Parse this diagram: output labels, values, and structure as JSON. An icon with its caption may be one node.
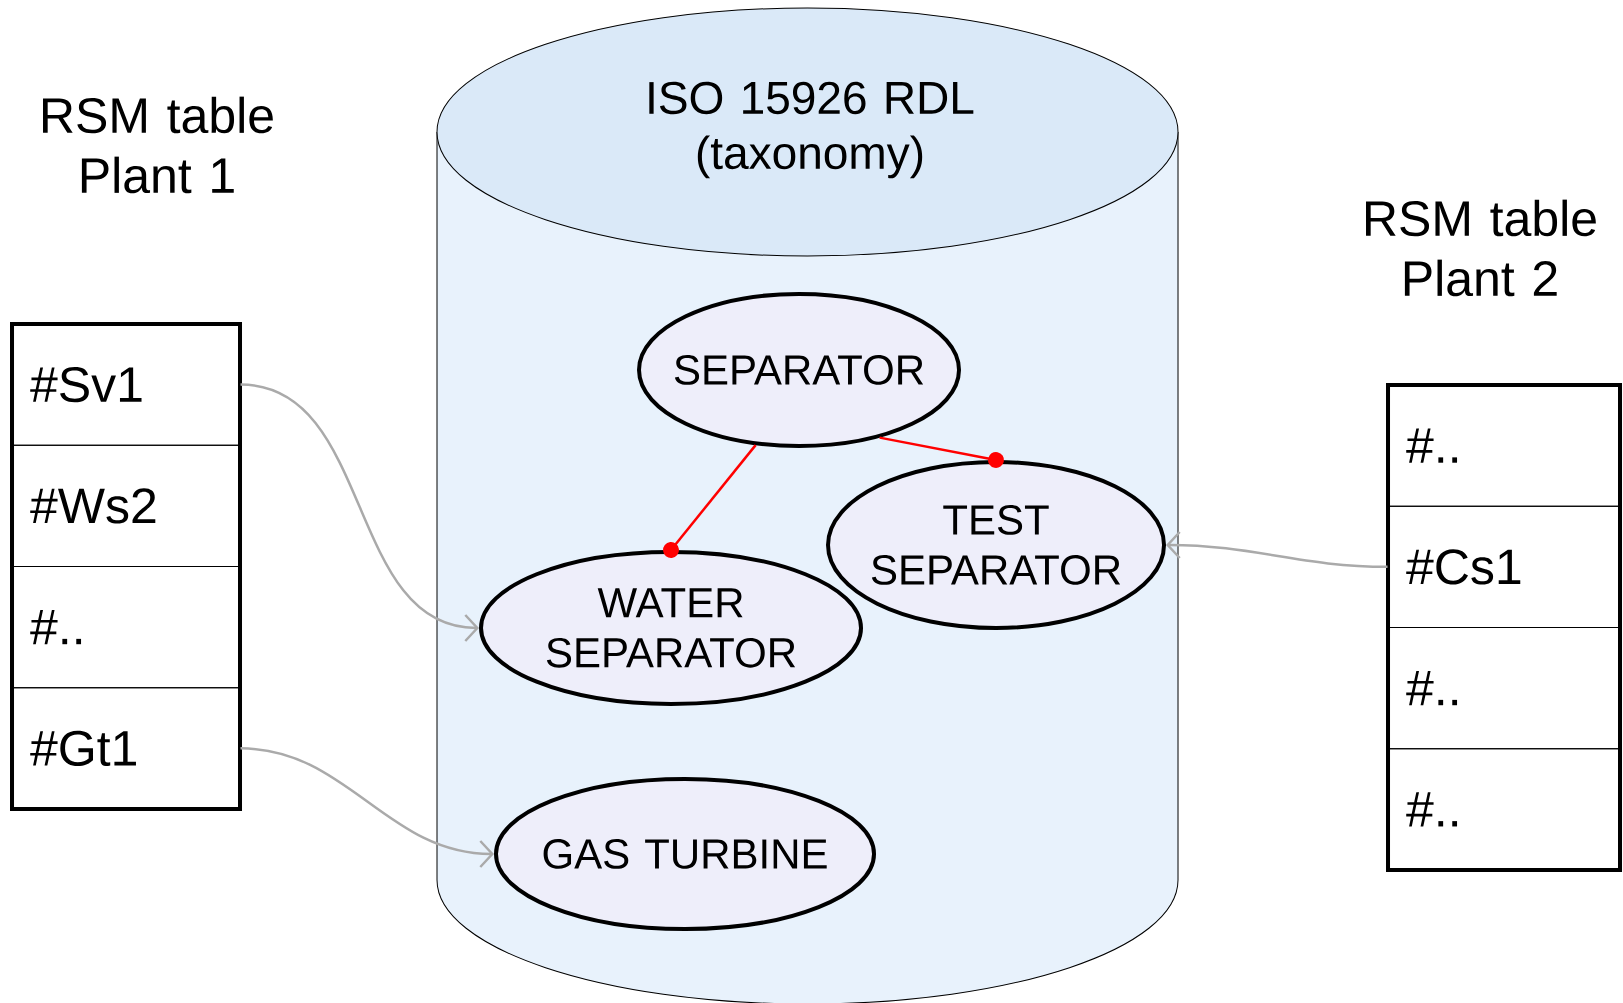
{
  "diagram": {
    "nodes": [
      {
        "text": [
          "RSM table Plant 1"
        ]
      },
      {
        "text": [
          "#Sv1"
        ],
        "in": 0
      },
      {
        "text": [
          "#Ws2"
        ],
        "in": 0
      },
      {
        "text": [
          "#.."
        ],
        "in": 0
      },
      {
        "text": [
          "#Gt1"
        ],
        "in": 0
      },
      {
        "text": [
          "ISO 15926 RDL (taxonomy)"
        ]
      },
      {
        "text": [
          "SEPARATOR"
        ],
        "in": 5
      },
      {
        "text": [
          "TEST SEPARATOR"
        ],
        "in": 5
      },
      {
        "text": [
          "WATER SEPARATOR"
        ],
        "in": 5
      },
      {
        "text": [
          "GAS TURBINE"
        ],
        "in": 5
      },
      {
        "text": [
          "RSM table Plant 2"
        ]
      },
      {
        "text": [
          "#.."
        ],
        "in": 10
      },
      {
        "text": [
          "#Cs1"
        ],
        "in": 10
      },
      {
        "text": [
          "#.."
        ],
        "in": 10
      },
      {
        "text": [
          "#.."
        ],
        "in": 10
      }
    ],
    "edges": [
      {
        "from": 1,
        "to": 8,
        "arrow": "to"
      },
      {
        "from": 4,
        "to": 9,
        "arrow": "to"
      },
      {
        "from": 12,
        "to": 7,
        "arrow": "to"
      },
      {
        "from": 6,
        "to": 8,
        "arrow": "other",
        "color": "#ff0000"
      },
      {
        "from": 6,
        "to": 7,
        "arrow": "other",
        "color": "#ff0000"
      }
    ]
  }
}
